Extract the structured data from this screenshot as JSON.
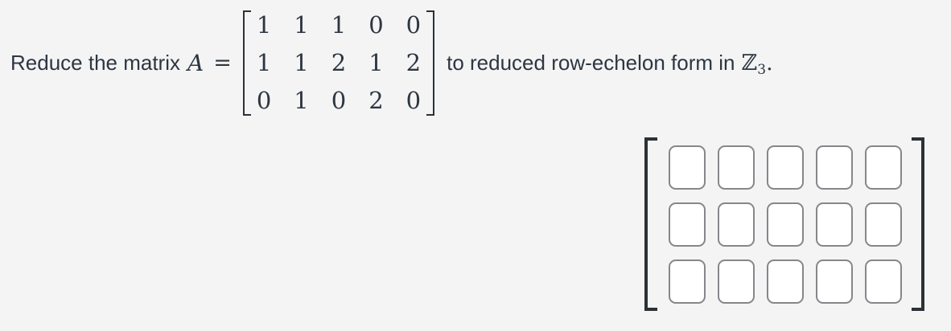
{
  "problem": {
    "text_before": "Reduce the matrix",
    "matrix_symbol": "A",
    "equals_sign": "=",
    "text_after": "to reduced row-echelon form in",
    "ring_symbol": "ℤ",
    "ring_subscript": "3",
    "sentence_end": "."
  },
  "matrix_a": {
    "rows": 3,
    "cols": 5,
    "values": [
      [
        "1",
        "1",
        "1",
        "0",
        "0"
      ],
      [
        "1",
        "1",
        "2",
        "1",
        "2"
      ],
      [
        "0",
        "1",
        "0",
        "2",
        "0"
      ]
    ]
  },
  "answer_matrix": {
    "rows": 3,
    "cols": 5,
    "cells": [
      [
        "",
        "",
        "",
        "",
        ""
      ],
      [
        "",
        "",
        "",
        "",
        ""
      ],
      [
        "",
        "",
        "",
        "",
        ""
      ]
    ]
  },
  "colors": {
    "background": "#f4f4f5",
    "text": "#2d3640",
    "bracket": "#2b3137",
    "cell_border": "#85878a",
    "cell_background": "#ffffff"
  }
}
